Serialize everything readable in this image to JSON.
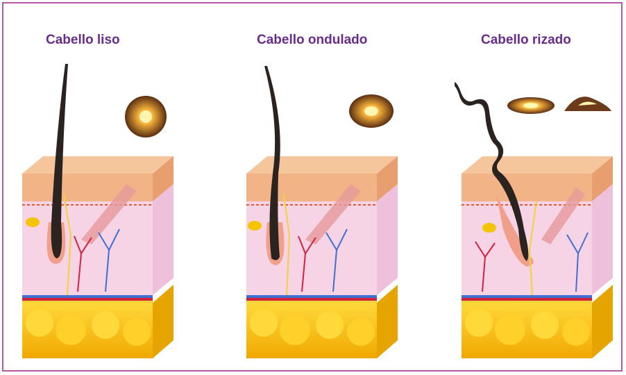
{
  "diagram": {
    "panels": [
      {
        "title": "Cabello liso",
        "hair_type": "straight",
        "cross_section": "round"
      },
      {
        "title": "Cabello ondulado",
        "hair_type": "wavy",
        "cross_section": "oval"
      },
      {
        "title": "Cabello rizado",
        "hair_type": "curly",
        "cross_section": "flat-elliptical"
      }
    ]
  },
  "colors": {
    "frame_border": "#b05aa8",
    "title_text": "#6a2c8c",
    "hair": "#2b231f",
    "epidermis": "#f2b487",
    "dermis": "#f7d3e6",
    "fat": "#f5c400",
    "artery": "#d4213b",
    "vein": "#3f6fd2",
    "nerve": "#f2d23a",
    "cross_section_core": "#ffe680",
    "cross_section_shell": "#6b3b1b"
  }
}
